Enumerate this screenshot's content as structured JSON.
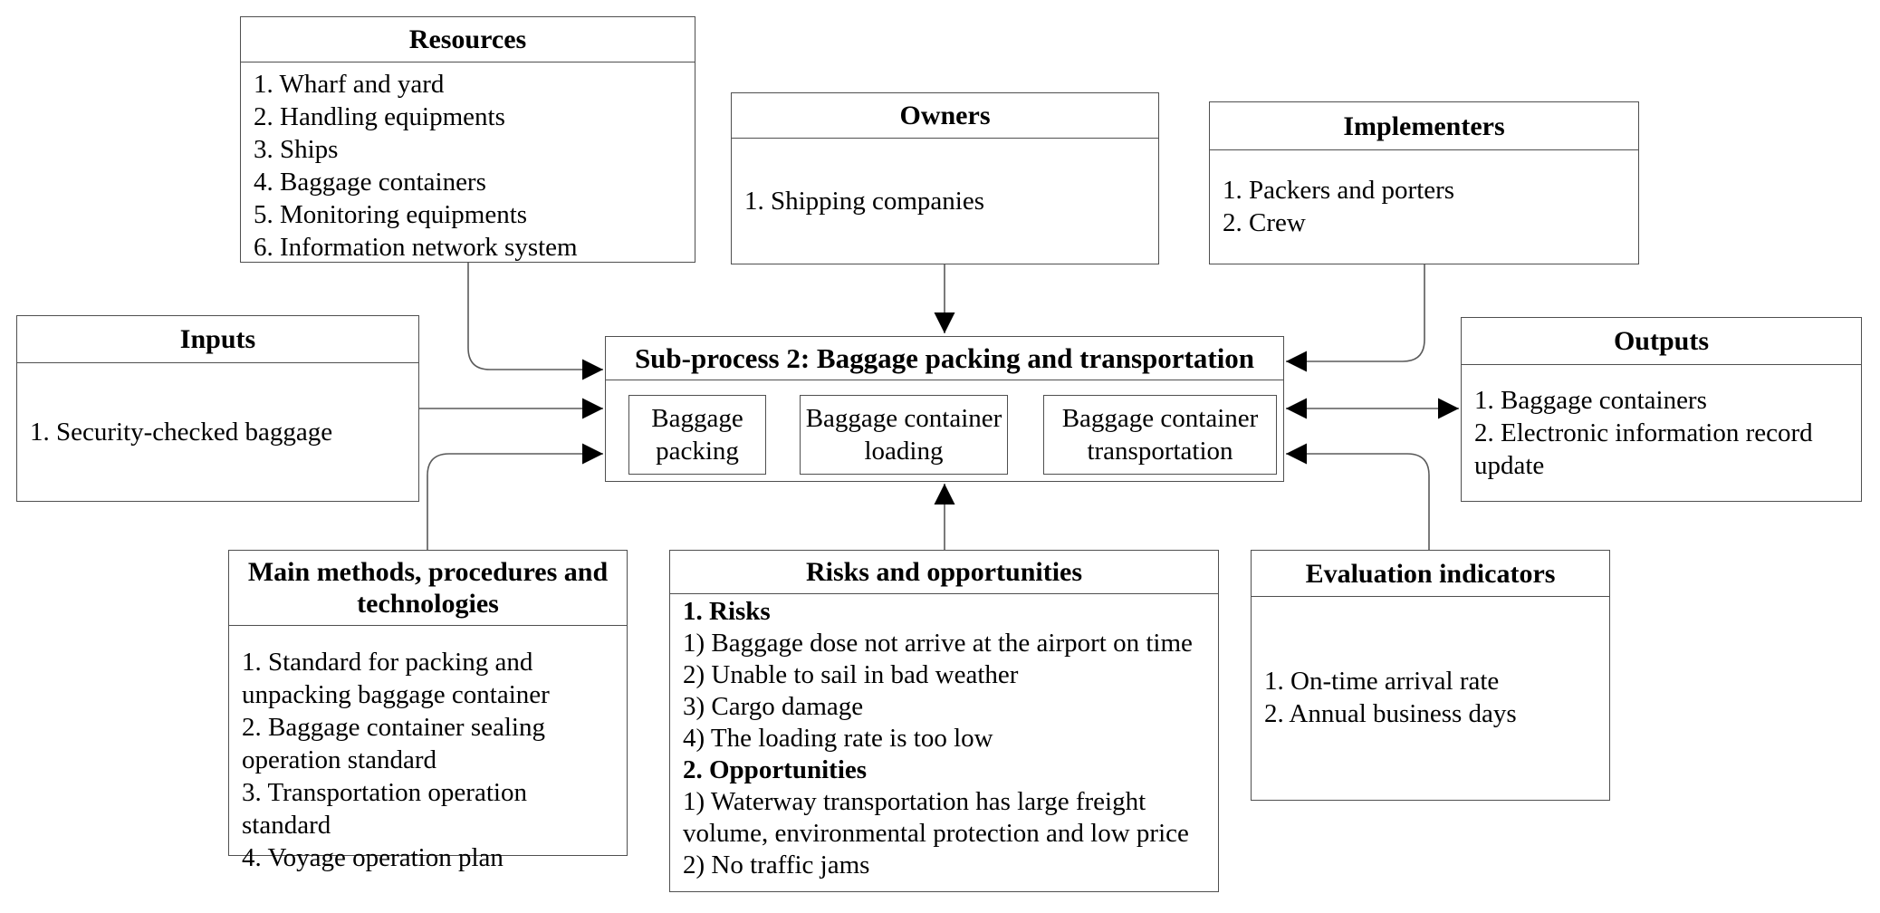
{
  "subprocess": {
    "title": "Sub-process 2: Baggage packing and transportation",
    "steps": [
      "Baggage packing",
      "Baggage container loading",
      "Baggage container transportation"
    ]
  },
  "boxes": {
    "resources": {
      "title": "Resources",
      "items": [
        "1. Wharf and yard",
        "2. Handling equipments",
        "3. Ships",
        "4. Baggage containers",
        "5. Monitoring equipments",
        "6. Information network system"
      ]
    },
    "owners": {
      "title": "Owners",
      "items": [
        "1. Shipping companies"
      ]
    },
    "implementers": {
      "title": "Implementers",
      "items": [
        "1. Packers and porters",
        "2. Crew"
      ]
    },
    "inputs": {
      "title": "Inputs",
      "items": [
        "1. Security-checked baggage"
      ]
    },
    "outputs": {
      "title": "Outputs",
      "items": [
        "1. Baggage containers",
        "2. Electronic information record update"
      ]
    },
    "main_methods": {
      "title": "Main methods, procedures and technologies",
      "items": [
        "1. Standard for packing and unpacking baggage container",
        "2. Baggage container sealing operation standard",
        "3. Transportation operation standard",
        "4. Voyage operation plan"
      ]
    },
    "risks_opportunities": {
      "title": "Risks and opportunities",
      "sections": [
        {
          "heading": "1. Risks",
          "items": [
            "1) Baggage dose not arrive at the airport on time",
            "2) Unable to sail in bad weather",
            "3) Cargo damage",
            "4) The loading rate is too low"
          ]
        },
        {
          "heading": "2. Opportunities",
          "items": [
            "1) Waterway transportation has large freight volume, environmental protection and low price",
            "2) No traffic jams"
          ]
        }
      ]
    },
    "evaluation_indicators": {
      "title": "Evaluation indicators",
      "items": [
        "1. On-time arrival rate",
        "2. Annual business days"
      ]
    }
  },
  "colors": {
    "background": "#ffffff",
    "box_border": "#4f4f4f",
    "connector_line": "#5a5a5a",
    "arrowhead": "#000000",
    "text": "#000000"
  }
}
